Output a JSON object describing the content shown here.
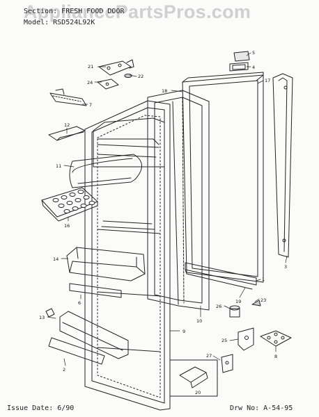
{
  "watermark": "AppliancePartsPros.com",
  "header": {
    "section_line": "Section: FRESH FOOD DOOR",
    "model_line": "Model: RSD524L92K"
  },
  "footer": {
    "issue_date": "Issue Date: 6/90",
    "drawing_no": "Drw No: A-54-95"
  },
  "callouts": [
    "21",
    "22",
    "24",
    "7",
    "12",
    "11",
    "16",
    "14",
    "6",
    "13",
    "2",
    "5",
    "4",
    "17",
    "18",
    "3",
    "1",
    "19",
    "10",
    "9",
    "23",
    "26",
    "25",
    "8",
    "27",
    "20"
  ]
}
